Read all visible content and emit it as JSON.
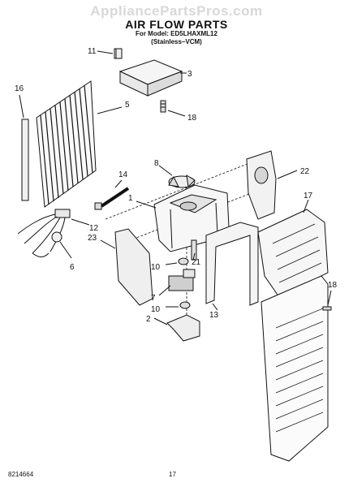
{
  "watermark": "AppliancePartsPros.com",
  "title": "AIR FLOW PARTS",
  "subtitle": "For Model: ED5LHAXML12",
  "subtitle2": "(Stainless–VCM)",
  "footer_code": "8214664",
  "page_number": "17",
  "callouts": [
    "11",
    "3",
    "16",
    "5",
    "18",
    "8",
    "14",
    "22",
    "1",
    "17",
    "12",
    "23",
    "21",
    "6",
    "10",
    "7",
    "10",
    "2",
    "13",
    "18"
  ]
}
